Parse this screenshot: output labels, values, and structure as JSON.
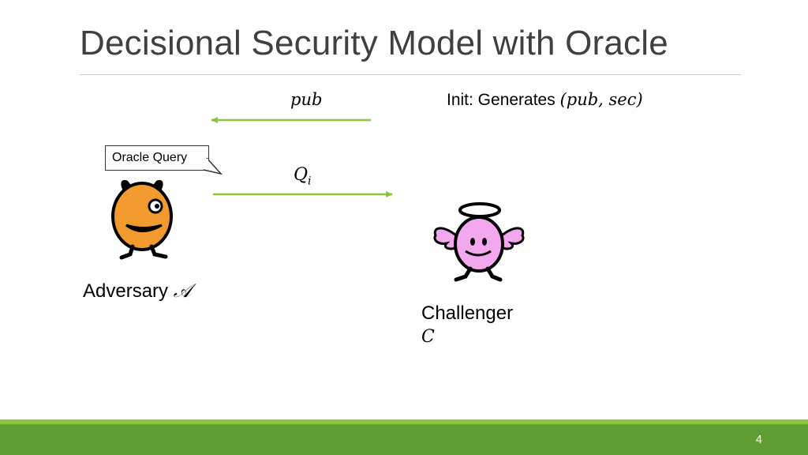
{
  "slide": {
    "title": "Decisional Security Model with Oracle",
    "page_number": "4"
  },
  "diagram": {
    "top_arrow_label": "pub",
    "init_prefix": "Init: Generates ",
    "init_math": "(pub, sec)",
    "callout_text": "Oracle Query",
    "query_label_main": "Q",
    "query_label_sub": "i",
    "adversary_text": "Adversary ",
    "adversary_symbol": "𝒜",
    "challenger_text": "Challenger",
    "challenger_symbol": "C",
    "arrow_color": "#8cc63e"
  },
  "colors": {
    "footer_light": "#8cc63e",
    "footer_dark": "#5e9e32",
    "title": "#404040",
    "adversary_body": "#f29a2e",
    "challenger_body": "#f3a7ee"
  }
}
